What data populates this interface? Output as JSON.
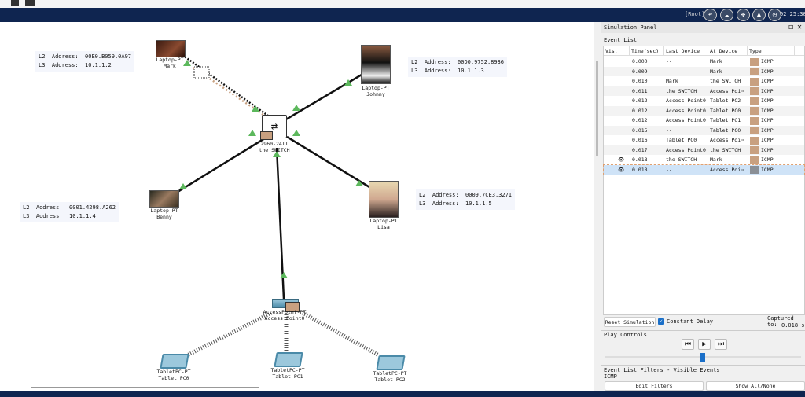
{
  "topbar": {
    "root_label": "[Root]",
    "clock": "02:25:30",
    "icons": [
      "back-icon",
      "cloud-icon",
      "move-icon",
      "image-icon",
      "clock-icon"
    ]
  },
  "devices": [
    {
      "type": "Laptop-PT",
      "name": "Mark",
      "l2": "00E0.B059.0A97",
      "l3": "10.1.1.2"
    },
    {
      "type": "Laptop-PT",
      "name": "Johnny",
      "l2": "00D0.9752.8936",
      "l3": "10.1.1.3"
    },
    {
      "type": "Laptop-PT",
      "name": "Benny",
      "l2": "0001.4298.A262",
      "l3": "10.1.1.4"
    },
    {
      "type": "Laptop-PT",
      "name": "Lisa",
      "l2": "0009.7CE3.3271",
      "l3": "10.1.1.5"
    },
    {
      "type": "2960-24TT",
      "name": "the SWITCH"
    },
    {
      "type": "AccessPoint-PT",
      "name": "Access Point0"
    },
    {
      "type": "TabletPC-PT",
      "name": "Tablet PC0"
    },
    {
      "type": "TabletPC-PT",
      "name": "Tablet PC1"
    },
    {
      "type": "TabletPC-PT",
      "name": "Tablet PC2"
    }
  ],
  "addr_labels": {
    "l2": "L2  Address:",
    "l3": "L3  Address:"
  },
  "panel": {
    "title": "Simulation Panel",
    "event_list_label": "Event List",
    "columns": [
      "Vis.",
      "Time(sec)",
      "Last Device",
      "At Device",
      "Type"
    ],
    "events": [
      {
        "vis": "",
        "time": "0.000",
        "last": "--",
        "at": "Mark",
        "type": "ICMP",
        "color": "#c8a080"
      },
      {
        "vis": "",
        "time": "0.009",
        "last": "--",
        "at": "Mark",
        "type": "ICMP",
        "color": "#c8a080"
      },
      {
        "vis": "",
        "time": "0.010",
        "last": "Mark",
        "at": "the SWITCH",
        "type": "ICMP",
        "color": "#c8a080"
      },
      {
        "vis": "",
        "time": "0.011",
        "last": "the SWITCH",
        "at": "Access Poi⋯",
        "type": "ICMP",
        "color": "#c8a080"
      },
      {
        "vis": "",
        "time": "0.012",
        "last": "Access Point0",
        "at": "Tablet PC2",
        "type": "ICMP",
        "color": "#c8a080"
      },
      {
        "vis": "",
        "time": "0.012",
        "last": "Access Point0",
        "at": "Tablet PC0",
        "type": "ICMP",
        "color": "#c8a080"
      },
      {
        "vis": "",
        "time": "0.012",
        "last": "Access Point0",
        "at": "Tablet PC1",
        "type": "ICMP",
        "color": "#c8a080"
      },
      {
        "vis": "",
        "time": "0.015",
        "last": "--",
        "at": "Tablet PC0",
        "type": "ICMP",
        "color": "#c8a080"
      },
      {
        "vis": "",
        "time": "0.016",
        "last": "Tablet PC0",
        "at": "Access Poi⋯",
        "type": "ICMP",
        "color": "#c8a080"
      },
      {
        "vis": "",
        "time": "0.017",
        "last": "Access Point0",
        "at": "the SWITCH",
        "type": "ICMP",
        "color": "#c8a080"
      },
      {
        "vis": "eye",
        "time": "0.018",
        "last": "the SWITCH",
        "at": "Mark",
        "type": "ICMP",
        "color": "#c8a080"
      },
      {
        "vis": "eye",
        "time": "0.018",
        "last": "--",
        "at": "Access Poi⋯",
        "type": "ICMP",
        "color": "#8a8f96",
        "selected": true
      }
    ],
    "reset_label": "Reset Simulation",
    "constant_delay_label": "Constant Delay",
    "constant_delay_checked": true,
    "captured_label": "Captured to:",
    "captured_value": "0.018 s",
    "play_controls_label": "Play Controls",
    "speed_slider": 0.5,
    "filters_label": "Event List Filters - Visible Events",
    "filters_value": "ICMP",
    "edit_filters_label": "Edit Filters",
    "show_all_label": "Show All/None"
  }
}
